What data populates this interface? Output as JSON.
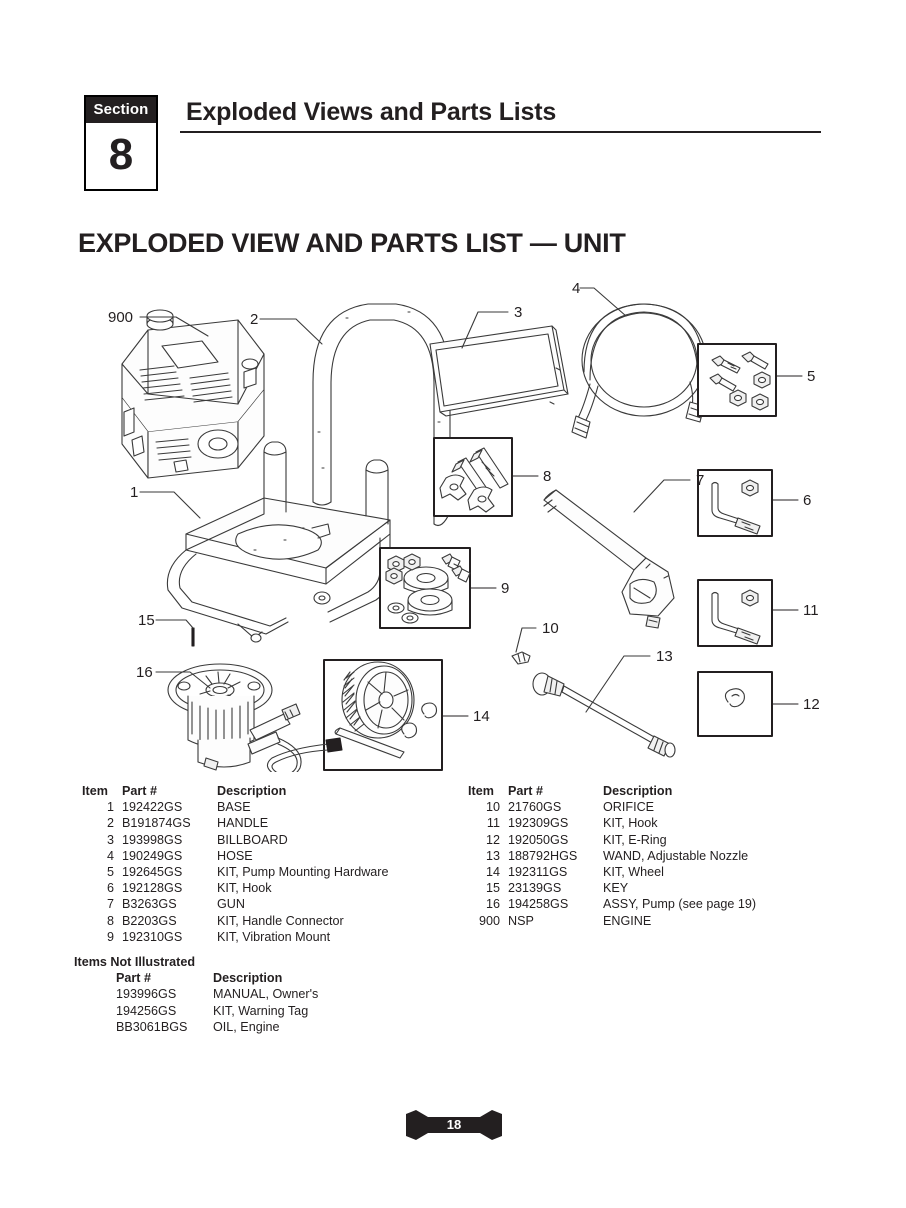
{
  "header": {
    "section_label": "Section",
    "section_number": "8",
    "title": "Exploded Views and Parts Lists"
  },
  "page_heading": "EXPLODED VIEW AND PARTS LIST — UNIT",
  "footer": {
    "page_number": "18"
  },
  "parts_table_left": {
    "columns": [
      "Item",
      "Part #",
      "Description"
    ],
    "rows": [
      {
        "item": "1",
        "part": "192422GS",
        "desc": "BASE"
      },
      {
        "item": "2",
        "part": "B191874GS",
        "desc": "HANDLE"
      },
      {
        "item": "3",
        "part": "193998GS",
        "desc": "BILLBOARD"
      },
      {
        "item": "4",
        "part": "190249GS",
        "desc": "HOSE"
      },
      {
        "item": "5",
        "part": "192645GS",
        "desc": "KIT, Pump Mounting Hardware"
      },
      {
        "item": "6",
        "part": "192128GS",
        "desc": "KIT, Hook"
      },
      {
        "item": "7",
        "part": "B3263GS",
        "desc": "GUN"
      },
      {
        "item": "8",
        "part": "B2203GS",
        "desc": "KIT, Handle Connector"
      },
      {
        "item": "9",
        "part": "192310GS",
        "desc": "KIT, Vibration Mount"
      }
    ]
  },
  "parts_table_right": {
    "columns": [
      "Item",
      "Part #",
      "Description"
    ],
    "rows": [
      {
        "item": "10",
        "part": "21760GS",
        "desc": "ORIFICE"
      },
      {
        "item": "11",
        "part": "192309GS",
        "desc": "KIT, Hook"
      },
      {
        "item": "12",
        "part": "192050GS",
        "desc": "KIT, E-Ring"
      },
      {
        "item": "13",
        "part": "188792HGS",
        "desc": "WAND, Adjustable Nozzle"
      },
      {
        "item": "14",
        "part": "192311GS",
        "desc": "KIT, Wheel"
      },
      {
        "item": "15",
        "part": "23139GS",
        "desc": "KEY"
      },
      {
        "item": "16",
        "part": "194258GS",
        "desc": "ASSY, Pump (see page 19)"
      },
      {
        "item": "900",
        "part": "NSP",
        "desc": "ENGINE"
      }
    ]
  },
  "items_not_illustrated": {
    "title": "Items Not Illustrated",
    "columns": [
      "Part #",
      "Description"
    ],
    "rows": [
      {
        "part": "193996GS",
        "desc": "MANUAL, Owner's"
      },
      {
        "part": "194256GS",
        "desc": "KIT, Warning Tag"
      },
      {
        "part": "BB3061BGS",
        "desc": "OIL, Engine"
      }
    ]
  },
  "diagram": {
    "callouts": [
      {
        "id": "900",
        "label": "900",
        "part": "engine"
      },
      {
        "id": "1",
        "label": "1",
        "part": "base"
      },
      {
        "id": "2",
        "label": "2",
        "part": "handle"
      },
      {
        "id": "3",
        "label": "3",
        "part": "billboard"
      },
      {
        "id": "4",
        "label": "4",
        "part": "hose"
      },
      {
        "id": "5",
        "label": "5",
        "part": "pump-mounting-hardware"
      },
      {
        "id": "6",
        "label": "6",
        "part": "hook-kit"
      },
      {
        "id": "7",
        "label": "7",
        "part": "gun"
      },
      {
        "id": "8",
        "label": "8",
        "part": "handle-connector-kit"
      },
      {
        "id": "9",
        "label": "9",
        "part": "vibration-mount-kit"
      },
      {
        "id": "10",
        "label": "10",
        "part": "orifice"
      },
      {
        "id": "11",
        "label": "11",
        "part": "hook-kit-2"
      },
      {
        "id": "12",
        "label": "12",
        "part": "e-ring-kit"
      },
      {
        "id": "13",
        "label": "13",
        "part": "wand"
      },
      {
        "id": "14",
        "label": "14",
        "part": "wheel-kit"
      },
      {
        "id": "15",
        "label": "15",
        "part": "key"
      },
      {
        "id": "16",
        "label": "16",
        "part": "pump-assembly"
      }
    ]
  },
  "colors": {
    "ink": "#231f20",
    "line": "#3a3a3a",
    "paper": "#ffffff"
  }
}
